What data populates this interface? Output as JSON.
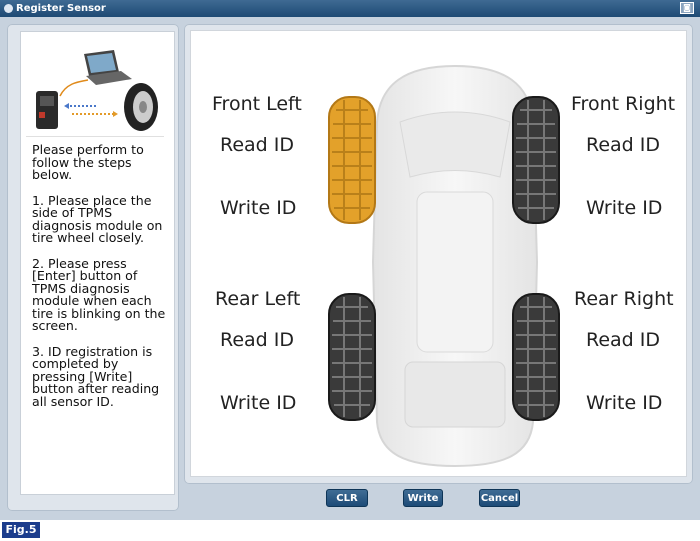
{
  "window": {
    "title": "Register Sensor"
  },
  "instructions": {
    "intro": "Please perform to follow the steps below.",
    "step1": "1. Please place the side of TPMS diagnosis module on tire wheel closely.",
    "step2": "2. Please press [Enter] button of TPMS diagnosis module when each tire is blinking on the screen.",
    "step3": "3. ID registration is completed by pressing [Write] button after reading all sensor ID."
  },
  "tires": {
    "front_left": {
      "label": "Front Left",
      "read": "Read ID",
      "write": "Write ID",
      "state": "selected"
    },
    "front_right": {
      "label": "Front Right",
      "read": "Read ID",
      "write": "Write ID",
      "state": "normal"
    },
    "rear_left": {
      "label": "Rear Left",
      "read": "Read ID",
      "write": "Write ID",
      "state": "normal"
    },
    "rear_right": {
      "label": "Rear Right",
      "read": "Read ID",
      "write": "Write ID",
      "state": "normal"
    }
  },
  "buttons": {
    "clr": "CLR",
    "write": "Write",
    "cancel": "Cancel"
  },
  "figure_label": "Fig.5",
  "colors": {
    "title_bar": "#2b5680",
    "selected_tire": "#e3a12a",
    "button": "#2b5c88",
    "fig_badge": "#1b3c8c"
  }
}
